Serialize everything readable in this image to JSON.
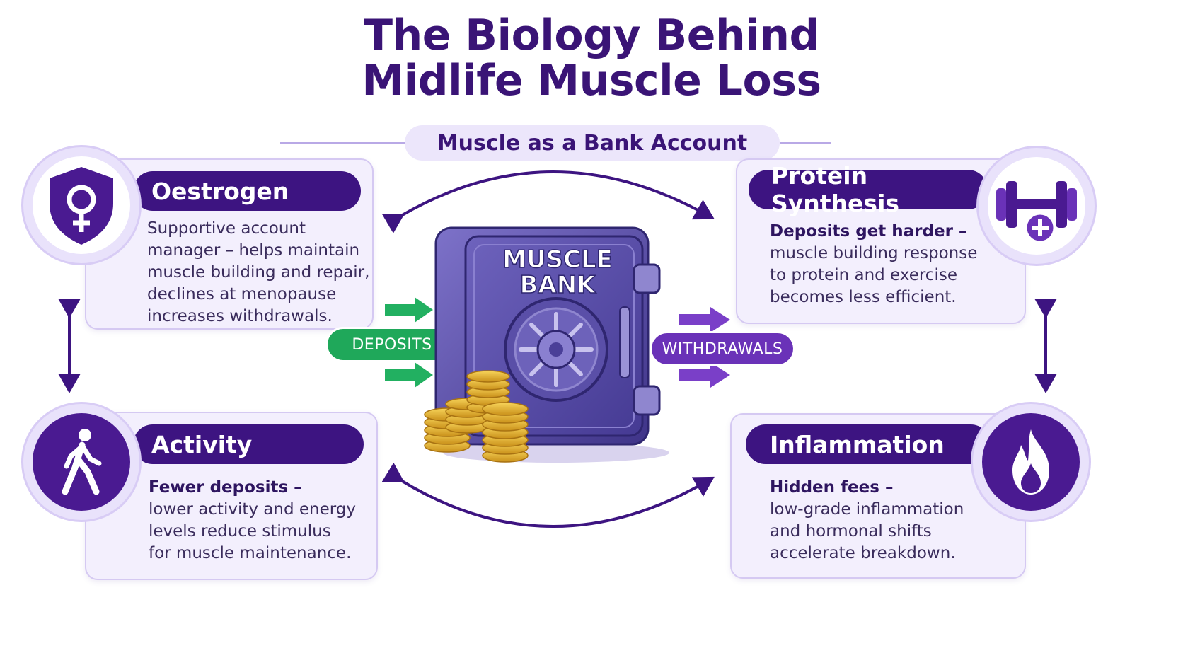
{
  "header": {
    "title_line1": "The Biology Behind",
    "title_line2": "Midlife Muscle Loss",
    "subtitle": "Muscle as a Bank Account"
  },
  "center": {
    "safe_label_line1": "MUSCLE",
    "safe_label_line2": "BANK",
    "deposits_label": "DEPOSITS",
    "withdrawals_label": "WITHDRAWALS"
  },
  "cards": {
    "oestrogen": {
      "title": "Oestrogen",
      "lines": [
        "Supportive account",
        "manager – helps maintain",
        "muscle building and repair,",
        "declines at menopause",
        "increases withdrawals."
      ],
      "icon": "female-shield-icon"
    },
    "protein": {
      "title": "Protein Synthesis",
      "lead": "Deposits get harder –",
      "lines": [
        "muscle building response",
        "to protein and exercise",
        "becomes less efficient."
      ],
      "icon": "dumbbell-plus-icon"
    },
    "activity": {
      "title": "Activity",
      "lead": "Fewer deposits –",
      "lines": [
        "lower activity and energy",
        "levels reduce stimulus",
        "for muscle maintenance."
      ],
      "icon": "walking-person-icon"
    },
    "inflammation": {
      "title": "Inflammation",
      "lead": "Hidden fees –",
      "lines": [
        "low-grade inflammation",
        "and hormonal shifts",
        "accelerate breakdown."
      ],
      "icon": "flame-icon"
    }
  },
  "colors": {
    "primary": "#3d1481",
    "accent_purple": "#6a32b8",
    "deposit_green": "#1fa85a",
    "card_bg": "#f3effd",
    "gold": "#e3b321"
  }
}
